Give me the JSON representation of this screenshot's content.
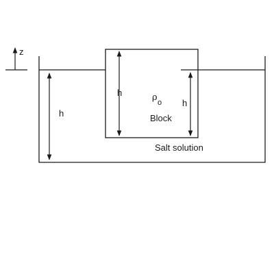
{
  "diagram": {
    "axis_label": "z",
    "tank_height_label": "h",
    "block_height_label": "h",
    "submerged_depth_label": "h",
    "density_symbol": "ρ",
    "density_subscript": "o",
    "block_label": "Block",
    "liquid_label": "Salt solution"
  }
}
